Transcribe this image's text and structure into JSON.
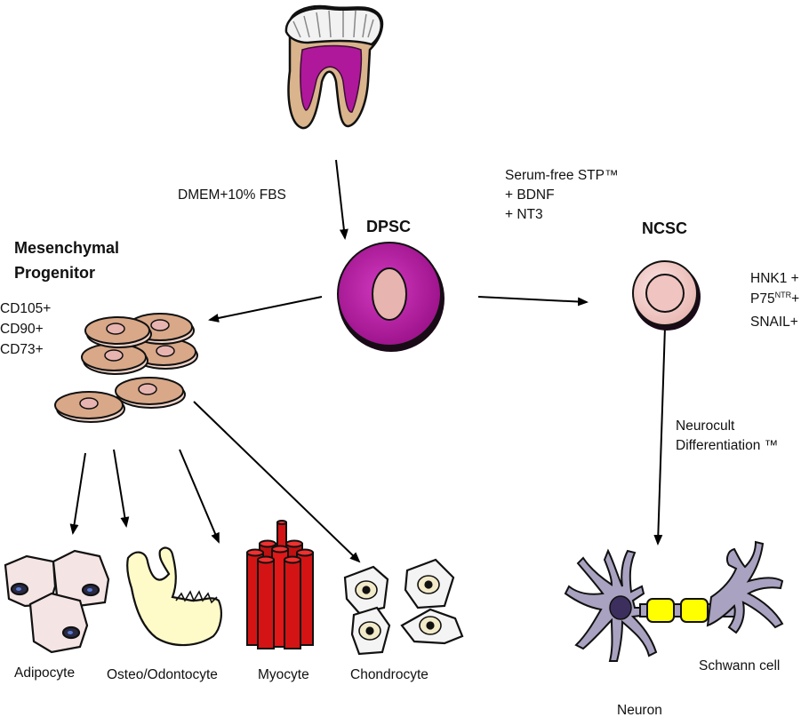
{
  "media": {
    "label": "DMEM+10% FBS"
  },
  "dpsc": {
    "label": "DPSC"
  },
  "serum": {
    "line1": "Serum-free STP™",
    "line2": "+ BDNF",
    "line3": "+ NT3"
  },
  "ncsc": {
    "label": "NCSC",
    "marker1": "HNK1 +",
    "marker2_base": "P75",
    "marker2_sup": "NTR",
    "marker2_suffix": "+",
    "marker3": "SNAIL+"
  },
  "mesenchymal": {
    "title_line1": "Mesenchymal",
    "title_line2": "Progenitor",
    "markers": [
      "CD105+",
      "CD90+",
      "CD73+"
    ]
  },
  "neurocult": {
    "line1": "Neurocult",
    "line2": "Differentiation ™"
  },
  "cell_types": {
    "adipocyte": "Adipocyte",
    "osteo": "Osteo/Odontocyte",
    "myocyte": "Myocyte",
    "chondrocyte": "Chondrocyte",
    "schwann": "Schwann cell",
    "neuron": "Neuron"
  },
  "colors": {
    "pulp": "#b0189c",
    "dentin": "#d9b48c",
    "enamel": "#f0f0f0",
    "nucleus_pink": "#e8b4b0",
    "mesenchymal_cell": "#d8a888",
    "muscle_red": "#d41414",
    "bone_yellow": "#fffbc8",
    "neuron_purple": "#a9a2c0",
    "myelin_yellow": "#ffff00"
  }
}
